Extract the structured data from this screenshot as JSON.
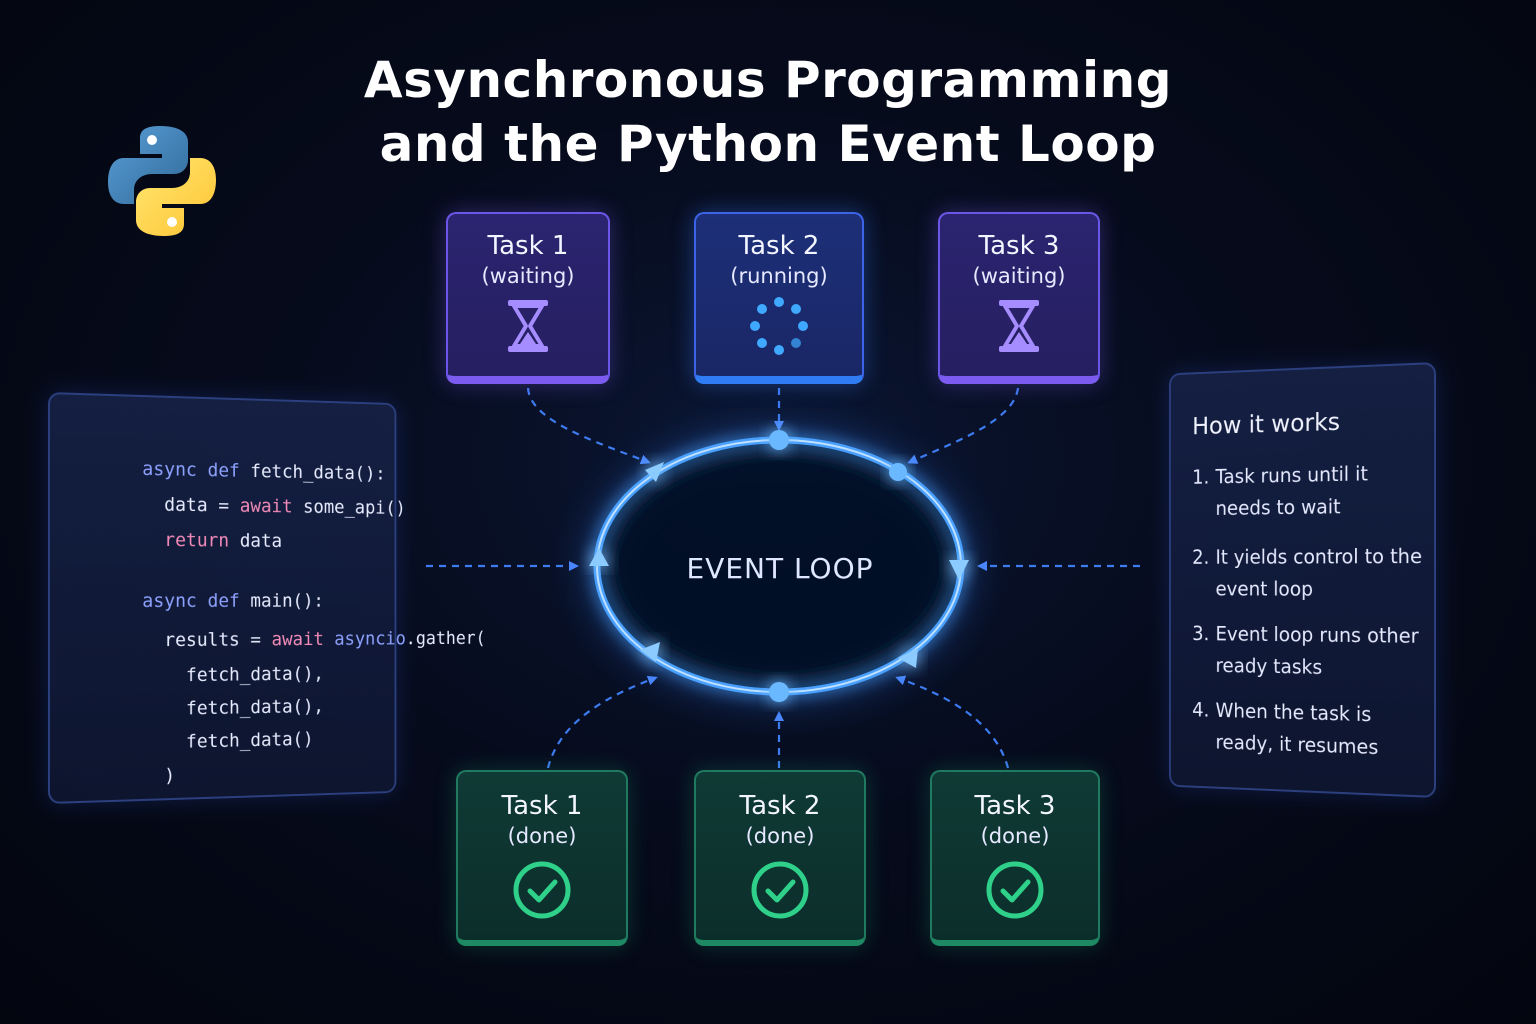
{
  "title": {
    "line1": "Asynchronous Programming",
    "line2": "and the Python Event Loop"
  },
  "logo_icon": "python-logo-icon",
  "top_tasks": [
    {
      "name": "Task 1",
      "state": "(waiting)",
      "icon": "hourglass-icon"
    },
    {
      "name": "Task 2",
      "state": "(running)",
      "icon": "spinner-icon"
    },
    {
      "name": "Task 3",
      "state": "(waiting)",
      "icon": "hourglass-icon"
    }
  ],
  "bottom_tasks": [
    {
      "name": "Task 1",
      "state": "(done)",
      "icon": "check-circle-icon"
    },
    {
      "name": "Task 2",
      "state": "(done)",
      "icon": "check-circle-icon"
    },
    {
      "name": "Task 3",
      "state": "(done)",
      "icon": "check-circle-icon"
    }
  ],
  "event_loop": {
    "label": "EVENT LOOP"
  },
  "code": {
    "lines": [
      [
        {
          "t": "async",
          "c": "kw"
        },
        {
          "t": " def ",
          "c": "kw"
        },
        {
          "t": "fetch_data():",
          "c": "fn"
        }
      ],
      [
        {
          "t": "  data = ",
          "c": "fn"
        },
        {
          "t": "await",
          "c": "aw"
        },
        {
          "t": " some_api()",
          "c": "fn"
        }
      ],
      [
        {
          "t": "  ",
          "c": "fn"
        },
        {
          "t": "return",
          "c": "aw"
        },
        {
          "t": " data",
          "c": "fn"
        }
      ],
      [
        {
          "t": "async",
          "c": "kw"
        },
        {
          "t": " def ",
          "c": "kw"
        },
        {
          "t": "main():",
          "c": "fn"
        }
      ],
      [
        {
          "t": "  results = ",
          "c": "fn"
        },
        {
          "t": "await",
          "c": "aw"
        },
        {
          "t": " asyncio",
          "c": "mod"
        },
        {
          "t": ".gather(",
          "c": "fn"
        }
      ],
      [
        {
          "t": "    fetch_data(),",
          "c": "fn"
        }
      ],
      [
        {
          "t": "    fetch_data(),",
          "c": "fn"
        }
      ],
      [
        {
          "t": "    fetch_data()",
          "c": "fn"
        }
      ],
      [
        {
          "t": "  )",
          "c": "fn"
        }
      ]
    ]
  },
  "how_it_works": {
    "title": "How it works",
    "steps": [
      {
        "num": "1.",
        "text": "Task runs until it needs to wait"
      },
      {
        "num": "2.",
        "text": "It yields control to the event loop"
      },
      {
        "num": "3.",
        "text": "Event loop runs other ready tasks"
      },
      {
        "num": "4.",
        "text": "When the task is ready, it resumes"
      }
    ]
  },
  "colors": {
    "waiting_accent": "#7c5cf0",
    "running_accent": "#2f7cf5",
    "done_accent": "#2fd18a",
    "loop_glow": "#3b8cff",
    "arrow": "#3d7bf0"
  }
}
